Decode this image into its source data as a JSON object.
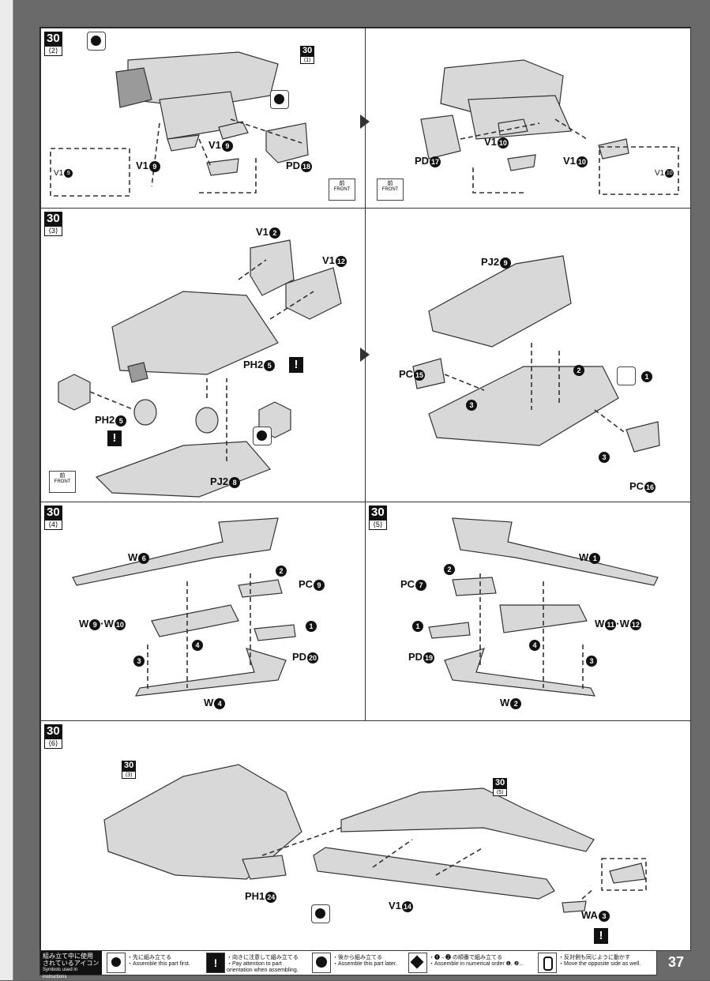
{
  "step": "30",
  "panels": {
    "p2": {
      "sub": "⟨2⟩",
      "ref_num": "30",
      "ref_sub": "⟨1⟩",
      "labels": {
        "v1a": "V1",
        "v1a_n": "9",
        "v1b": "V1",
        "v1b_n": "9",
        "pd": "PD",
        "pd_n": "18",
        "inset": "V1",
        "inset_n": "9"
      }
    },
    "p2b": {
      "labels": {
        "pd": "PD",
        "pd_n": "17",
        "v1a": "V1",
        "v1a_n": "10",
        "v1b": "V1",
        "v1b_n": "10",
        "inset": "V1",
        "inset_n": "10"
      }
    },
    "p3": {
      "sub": "⟨3⟩",
      "labels": {
        "v1a": "V1",
        "v1a_n": "2",
        "v1b": "V1",
        "v1b_n": "12",
        "ph2a": "PH2",
        "ph2a_n": "5",
        "ph2b": "PH2",
        "ph2b_n": "5",
        "pj2": "PJ2",
        "pj2_n": "8"
      }
    },
    "p3b": {
      "labels": {
        "pj2": "PJ2",
        "pj2_n": "9",
        "pca": "PC",
        "pca_n": "15",
        "pcb": "PC",
        "pcb_n": "16",
        "s1": "1",
        "s2": "2",
        "s3a": "3",
        "s3b": "3"
      }
    },
    "p4": {
      "sub": "⟨4⟩",
      "labels": {
        "w6": "W",
        "w6_n": "6",
        "pc": "PC",
        "pc_n": "9",
        "w9": "W",
        "w9_n": "9",
        "w10": "W",
        "w10_n": "10",
        "pd": "PD",
        "pd_n": "20",
        "w4": "W",
        "w4_n": "4",
        "s1": "1",
        "s2": "2",
        "s3": "3",
        "s4": "4"
      }
    },
    "p5": {
      "sub": "⟨5⟩",
      "labels": {
        "w1": "W",
        "w1_n": "1",
        "pc": "PC",
        "pc_n": "7",
        "w11": "W",
        "w11_n": "11",
        "w12": "W",
        "w12_n": "12",
        "pd": "PD",
        "pd_n": "19",
        "w2": "W",
        "w2_n": "2",
        "s1": "1",
        "s2": "2",
        "s3": "3",
        "s4": "4"
      }
    },
    "p6": {
      "sub": "⟨6⟩",
      "ref3_sub": "⟨3⟩",
      "ref5_sub": "⟨5⟩",
      "labels": {
        "ph1": "PH1",
        "ph1_n": "24",
        "v1": "V1",
        "v1_n": "14",
        "wa": "WA",
        "wa_n": "3"
      }
    }
  },
  "front": {
    "jp": "前",
    "en": "FRONT"
  },
  "warn": "!",
  "footer": {
    "title_jp1": "組み立て中に使用",
    "title_jp2": "されているアイコン",
    "title_en": "Symbols used in instructions",
    "items": [
      {
        "jp": "・先に組み立てる",
        "en": "・Assemble this part first."
      },
      {
        "jp": "・向きに注意して組み立てる",
        "en": "・Pay attention to part orientation when assembling."
      },
      {
        "jp": "・後から組み立てる",
        "en": "・Assemble this part later."
      },
      {
        "jp": "・❶→❷ の順番で組み立てる",
        "en": "・Assemble in numerical order ❶, ❷..."
      },
      {
        "jp": "・反対側も同じように動かす",
        "en": "・Move the opposite side as well."
      }
    ]
  },
  "page_number": "37"
}
